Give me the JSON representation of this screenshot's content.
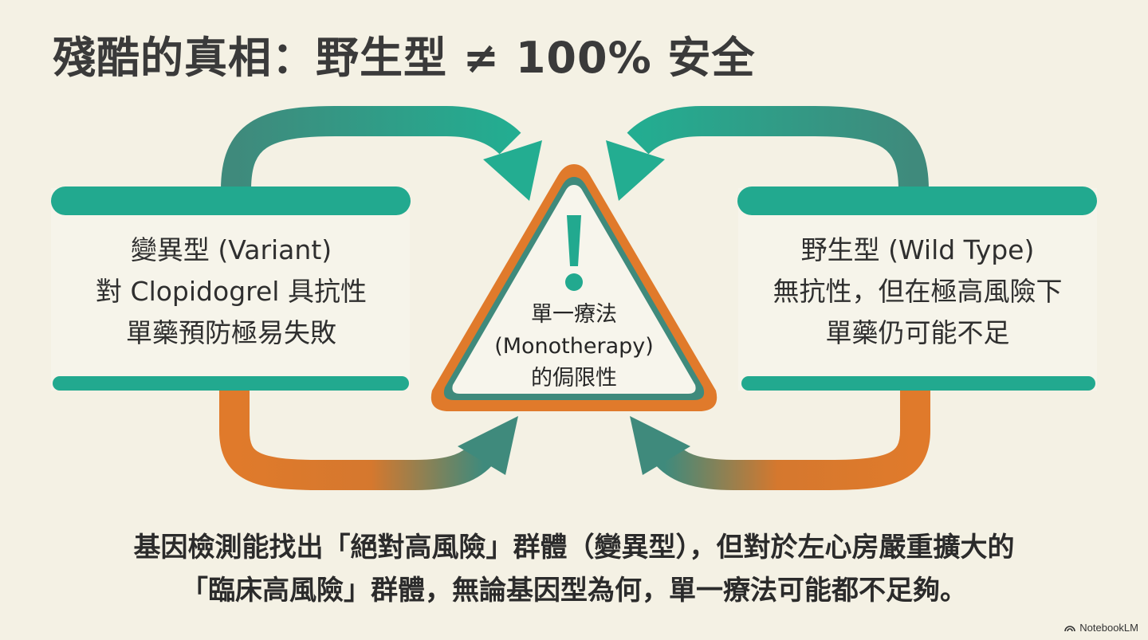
{
  "title": "殘酷的真相：野生型 ≠ 100% 安全",
  "left_panel": {
    "lines": [
      "變異型 (Variant)",
      "對 Clopidogrel 具抗性",
      "單藥預防極易失敗"
    ]
  },
  "right_panel": {
    "lines": [
      "野生型 (Wild Type)",
      "無抗性，但在極高風險下",
      "單藥仍可能不足"
    ]
  },
  "center": {
    "icon": "warning-exclamation-icon",
    "lines": [
      "單一療法",
      "(Monotherapy)",
      "的侷限性"
    ]
  },
  "summary": {
    "lines": [
      "基因檢測能找出「絕對高風險」群體（變異型），但對於左心房嚴重擴大的",
      "「臨床高風險」群體，無論基因型為何，單一療法可能都不足夠。"
    ]
  },
  "brand": "NotebookLM",
  "colors": {
    "background": "#f4f1e4",
    "teal": "#22a98f",
    "dark_teal": "#3f8a7c",
    "orange": "#e07a2b",
    "text": "#2f2f2f"
  }
}
